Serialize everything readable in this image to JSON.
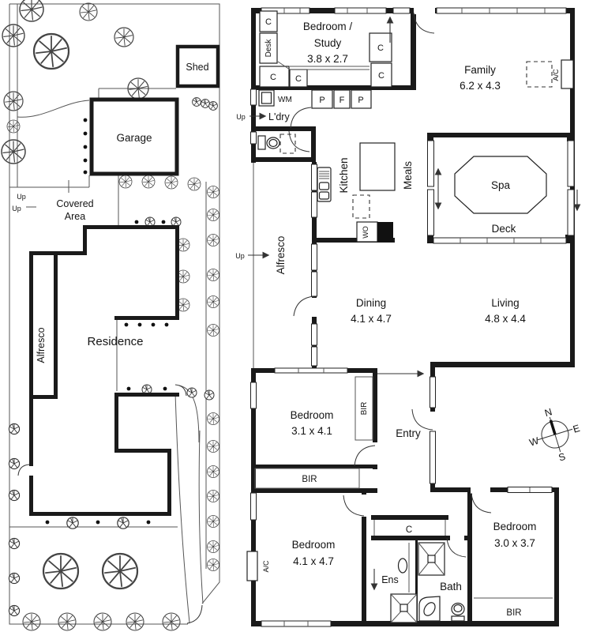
{
  "site_plan": {
    "shed_label": "Shed",
    "garage_label": "Garage",
    "covered_area_line1": "Covered",
    "covered_area_line2": "Area",
    "residence_label": "Residence",
    "alfresco_label": "Alfresco",
    "up_label": "Up"
  },
  "floor_plan": {
    "rooms": {
      "bedroom_study": {
        "line1": "Bedroom /",
        "line2": "Study",
        "dims": "3.8 x 2.7"
      },
      "family": {
        "name": "Family",
        "dims": "6.2 x 4.3"
      },
      "kitchen": {
        "name": "Kitchen"
      },
      "meals": {
        "name": "Meals"
      },
      "spa": {
        "name": "Spa"
      },
      "deck": {
        "name": "Deck"
      },
      "alfresco": {
        "name": "Alfresco"
      },
      "dining": {
        "name": "Dining",
        "dims": "4.1 x 4.7"
      },
      "living": {
        "name": "Living",
        "dims": "4.8 x 4.4"
      },
      "bedroom_1": {
        "name": "Bedroom",
        "dims": "3.1 x 4.1"
      },
      "entry": {
        "name": "Entry"
      },
      "bedroom_2": {
        "name": "Bedroom",
        "dims": "4.1 x 4.7"
      },
      "ensuite": {
        "name": "Ens"
      },
      "bathroom": {
        "name": "Bath"
      },
      "bedroom_3": {
        "name": "Bedroom",
        "dims": "3.0 x 3.7"
      }
    },
    "fixtures": {
      "cupboard": "C",
      "desk": "Desk",
      "washing_machine": "WM",
      "laundry": "L'dry",
      "pantry": "P",
      "fridge": "F",
      "wall_oven": "WO",
      "built_in_robe": "BIR",
      "air_conditioner": "A/C",
      "up": "Up"
    },
    "compass": {
      "north": "N",
      "east": "E",
      "south": "S",
      "west": "W"
    }
  },
  "colors": {
    "walls": "#1a1a1a",
    "thin_lines": "#555555",
    "background": "#ffffff"
  }
}
